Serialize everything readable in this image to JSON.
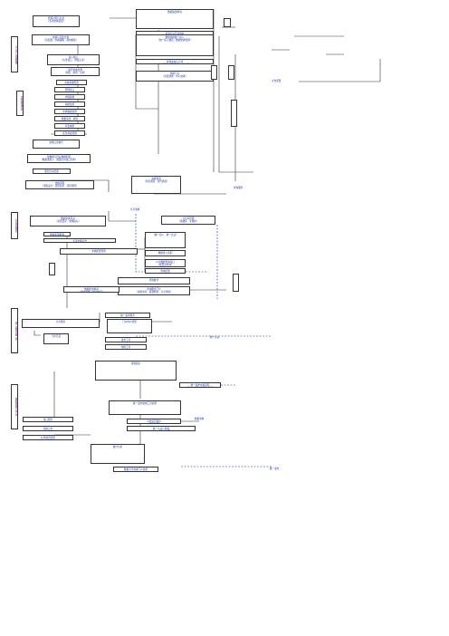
{
  "side_labels": [
    "上下文一总线路由",
    "后台处理通道",
    "公共查询服务",
    "统一发布交换工具",
    "数据交换共享门户"
  ],
  "nodes": [
    "管理过程与信息\n（多次交换变更）",
    "交换与归档方案\n（适配器 · 传输策略 · 通用模板）",
    "接入端口\n（标准接口 · 调度记录）",
    "运行状态监测\n（调度 · 通道 · 分析）",
    "系统基础配置",
    "管理接口",
    "内容建模",
    "系统监控",
    "交换数据处理",
    "数据清洗 · 转换",
    "库表映射",
    "任务调度管理",
    "交换日志统计",
    "源数据与目标数据配置\n（数据源接入 · 批量实时接口同步）",
    "服务目录配置",
    "数据资源申请",
    "资源共享目录维护",
    "数据交换统一接入\n（统一接入规范 · 数据交换管理）",
    "资源发布与订阅\n（发布服务 · 订阅服务 · 订阅审批）",
    "交换节点\n（前置交换 · 中心交换）",
    "交换流程\n（流程设计 · 流程监控 · 流程管理）",
    "交换通道\n（消息通道 · 文件通道）",
    "数据交换目录\n（资源目录 · 交换指标）",
    "共享库管理\n（基础库 · 主题库）",
    "数据质量检测\n（完整性 · 一致性校验）",
    "共享交换平台",
    "交换配置管理",
    "（统一接入 · 统一认证）",
    "数据接入适配",
    "公共数据查询接口\n（按目录查询）",
    "查询结果",
    "查询统计",
    "查询服务门户\n（资源浏览 · 资源检索 · 共享申请）",
    "数据使用申请\n（申请审批 · 授权访问）",
    "共享服务",
    "统一发布服务",
    "门户用户管理",
    "发布工具",
    "交换工具",
    "门户首页",
    "资源展示",
    "统一发布交换流程\n（发布 · 交换 · 订阅 · 反馈）",
    "统一发布交换工具说明",
    "平台运行维护\n（运维管理）",
    "统一认证与授权\n（用户 · 角色 · 权限）",
    "接口服务",
    "系统日志",
    "标准规范管理",
    "统计分析",
    "数据共享交换门户说明"
  ],
  "labels": [
    "共享交换",
    "查询服务",
    "统一认证",
    "平台配置",
    "数据交换",
    "统一发布"
  ]
}
